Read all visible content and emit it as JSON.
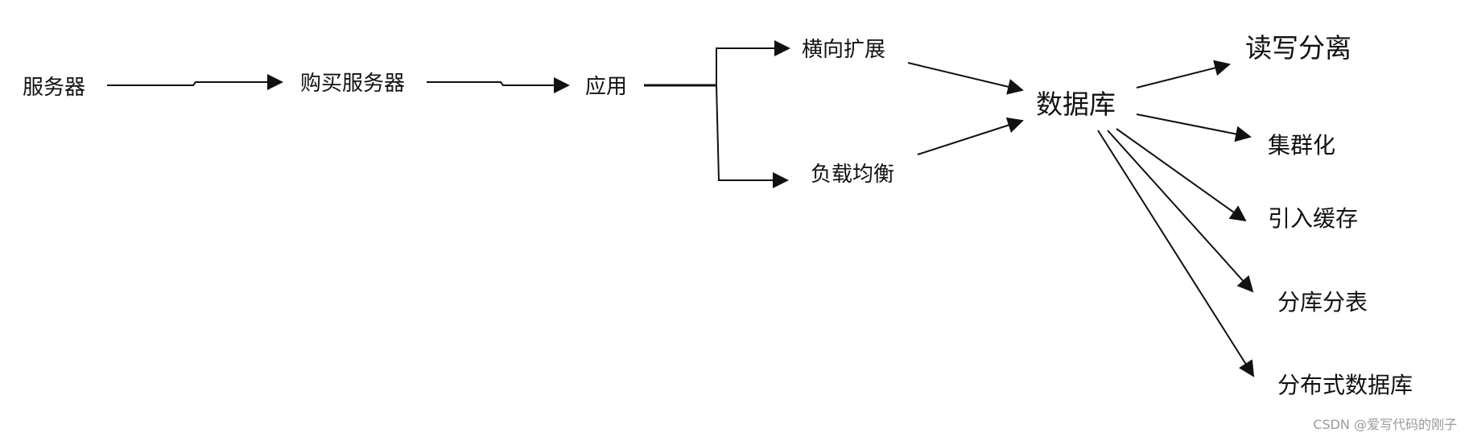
{
  "nodes": {
    "server": "服务器",
    "buy_server": "购买服务器",
    "application": "应用",
    "horizontal_scale": "横向扩展",
    "load_balance": "负载均衡",
    "database": "数据库",
    "rw_split": "读写分离",
    "clustering": "集群化",
    "introduce_cache": "引入缓存",
    "sharding": "分库分表",
    "distributed_db": "分布式数据库"
  },
  "watermark": "CSDN @爱写代码的刚子",
  "colors": {
    "line": "#111111",
    "text": "#111111",
    "watermark": "#9a9a9a",
    "background": "#ffffff"
  }
}
